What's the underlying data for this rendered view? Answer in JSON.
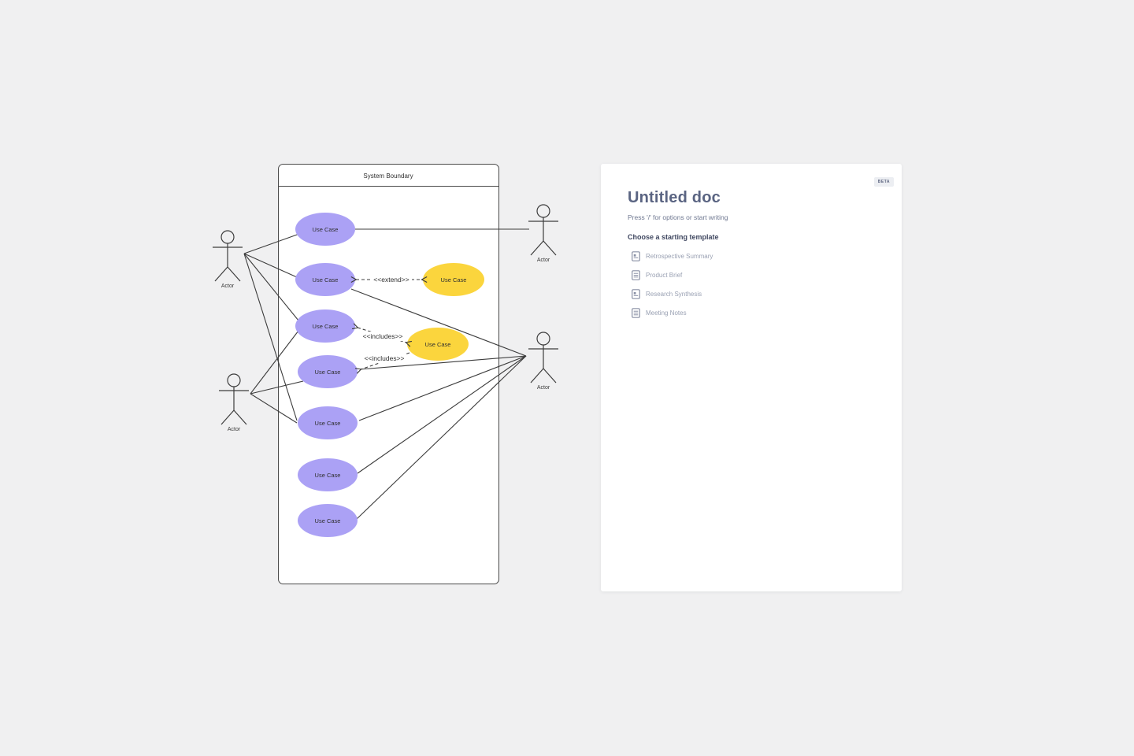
{
  "colors": {
    "canvas_bg": "#f0f0f1",
    "surface": "#ffffff",
    "use_case_fill": "#aba1f5",
    "use_case_alt_fill": "#fbd53d",
    "connector": "#3c3c3c",
    "doc_title_text": "#5a6482",
    "doc_muted_text": "#9aa1b3"
  },
  "diagram": {
    "boundary": {
      "title": "System Boundary"
    },
    "use_cases": [
      {
        "label": "Use Case",
        "color": "#aba1f5"
      },
      {
        "label": "Use Case",
        "color": "#aba1f5"
      },
      {
        "label": "Use Case",
        "color": "#aba1f5"
      },
      {
        "label": "Use Case",
        "color": "#aba1f5"
      },
      {
        "label": "Use Case",
        "color": "#aba1f5"
      },
      {
        "label": "Use Case",
        "color": "#aba1f5"
      },
      {
        "label": "Use Case",
        "color": "#aba1f5"
      },
      {
        "label": "Use Case",
        "color": "#fbd53d"
      },
      {
        "label": "Use Case",
        "color": "#fbd53d"
      }
    ],
    "actors": [
      {
        "label": "Actor"
      },
      {
        "label": "Actor"
      },
      {
        "label": "Actor"
      },
      {
        "label": "Actor"
      }
    ],
    "relations": {
      "extend_label": "<<extend>>",
      "includes_label_1": "<<includes>>",
      "includes_label_2": "<<includes>>"
    }
  },
  "doc_panel": {
    "beta_badge": "BETA",
    "title": "Untitled doc",
    "placeholder": "Press '/' for options or start writing",
    "templates_heading": "Choose a starting template",
    "templates": [
      {
        "label": "Retrospective Summary",
        "icon": "document-icon"
      },
      {
        "label": "Product Brief",
        "icon": "document-icon"
      },
      {
        "label": "Research Synthesis",
        "icon": "document-icon"
      },
      {
        "label": "Meeting Notes",
        "icon": "document-icon"
      }
    ]
  }
}
